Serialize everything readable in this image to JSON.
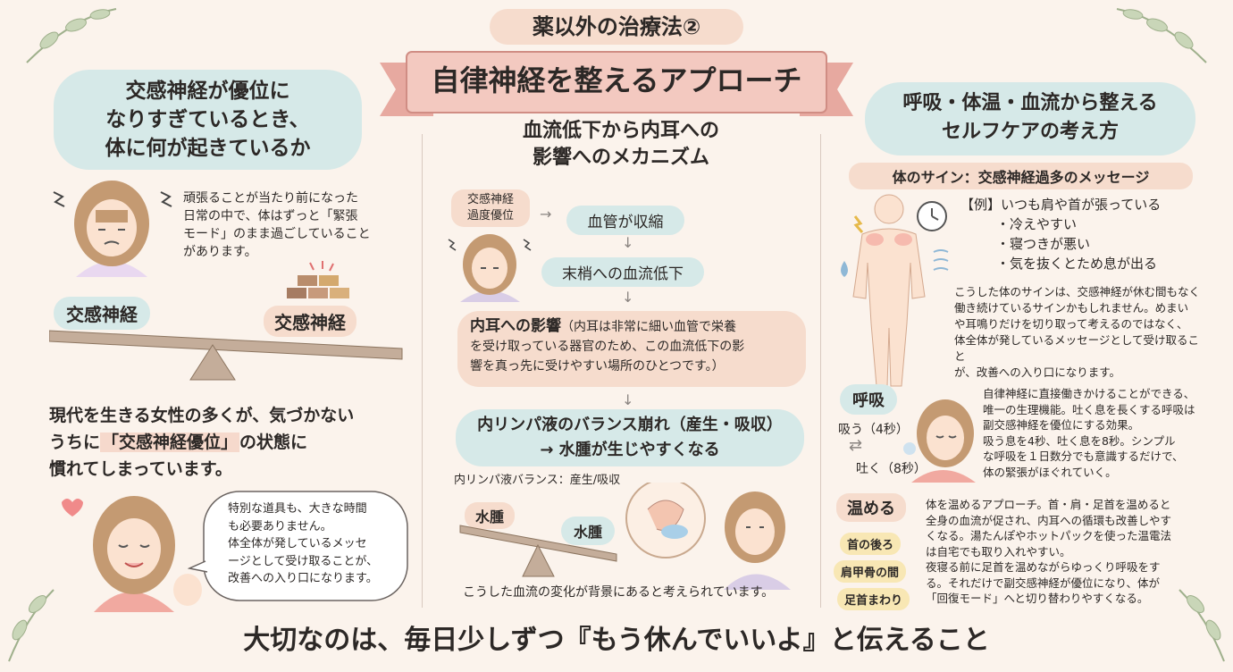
{
  "header": {
    "subtitle": "薬以外の治療法②",
    "title": "自律神経を整えるアプローチ"
  },
  "left": {
    "heading_lines": [
      "交感神経が優位に",
      "なりすぎているとき、",
      "体に何が起きているか"
    ],
    "intro_lines": [
      "頑張ることが当たり前になった",
      "日常の中で、体はずっと「緊張",
      "モード」のまま過ごしていること",
      "があります。"
    ],
    "seesaw_left_label": "交感神経",
    "seesaw_right_label": "交感神経",
    "modern_line1": "現代を生きる女性の多くが、気づかない",
    "modern_line2_pre": "うちに",
    "modern_line2_highlight": "「交感神経優位」",
    "modern_line2_post": "の状態に",
    "modern_line3": "慣れてしまっています。",
    "speech_lines": [
      "特別な道具も、大きな時間",
      "も必要ありません。",
      "体全体が発しているメッセ",
      "ージとして受け取ることが、",
      "改善への入り口になります。"
    ]
  },
  "middle": {
    "heading_lines": [
      "血流低下から内耳への",
      "影響へのメカニズム"
    ],
    "start_label_lines": [
      "交感神経",
      "過度優位"
    ],
    "step1": "血管が収縮",
    "step2": "末梢への血流低下",
    "inner_ear_title": "内耳への影響",
    "inner_ear_desc_lines": [
      "（内耳は非常に細い血管で栄養",
      "を受け取っている器官のため、この血流低下の影",
      "響を真っ先に受けやすい場所のひとつです。）"
    ],
    "lymph_line1": "内リンパ液のバランス崩れ（産生・吸収）",
    "lymph_line2": "→ 水腫が生じやすくなる",
    "balance_caption": "内リンパ液バランス：産生/吸収",
    "edema_left": "水腫",
    "edema_right": "水腫",
    "footer": "こうした血流の変化が背景にあると考えられています。"
  },
  "right": {
    "heading_lines": [
      "呼吸・体温・血流から整える",
      "セルフケアの考え方"
    ],
    "signs_title": "体のサイン：交感神経過多のメッセージ",
    "example_prefix": "【例】",
    "examples": [
      "いつも肩や首が張っている",
      "・冷えやすい",
      "・寝つきが悪い",
      "・気を抜くとため息が出る"
    ],
    "signs_desc_lines": [
      "こうした体のサインは、交感神経が休む間もなく",
      "働き続けているサインかもしれません。めまい",
      "や耳鳴りだけを切り取って考えるのではなく、",
      "体全体が発しているメッセージとして受け取ること",
      "が、改善への入り口になります。"
    ],
    "breath_label": "呼吸",
    "inhale": "吸う（4秒）",
    "exhale": "吐く（8秒）",
    "breath_desc_lines": [
      "自律神経に直接働きかけることができる、",
      "唯一の生理機能。吐く息を長くする呼吸は",
      "副交感神経を優位にする効果。",
      "吸う息を4秒、吐く息を8秒。シンプル",
      "な呼吸を１日数分でも意識するだけで、",
      "体の緊張がほぐれていく。"
    ],
    "warm_label": "温める",
    "warm_points": [
      "首の後ろ",
      "肩甲骨の間",
      "足首まわり"
    ],
    "warm_desc_lines": [
      "体を温めるアプローチ。首・肩・足首を温めると",
      "全身の血流が促され、内耳への循環も改善しやす",
      "くなる。湯たんぽやホットパックを使った温電法",
      "は自宅でも取り入れやすい。",
      "夜寝る前に足首を温めながらゆっくり呼吸をす",
      "る。それだけで副交感神経が優位になり、体が",
      "「回復モード」へと切り替わりやすくなる。"
    ]
  },
  "bottom_message": "大切なのは、毎日少しずつ『もう休んでいいよ』と伝えること",
  "colors": {
    "teal_bubble": "#d6e9e8",
    "peach": "#f6dccd",
    "ribbon": "#f3c9c0",
    "background": "#fbf3ec"
  }
}
